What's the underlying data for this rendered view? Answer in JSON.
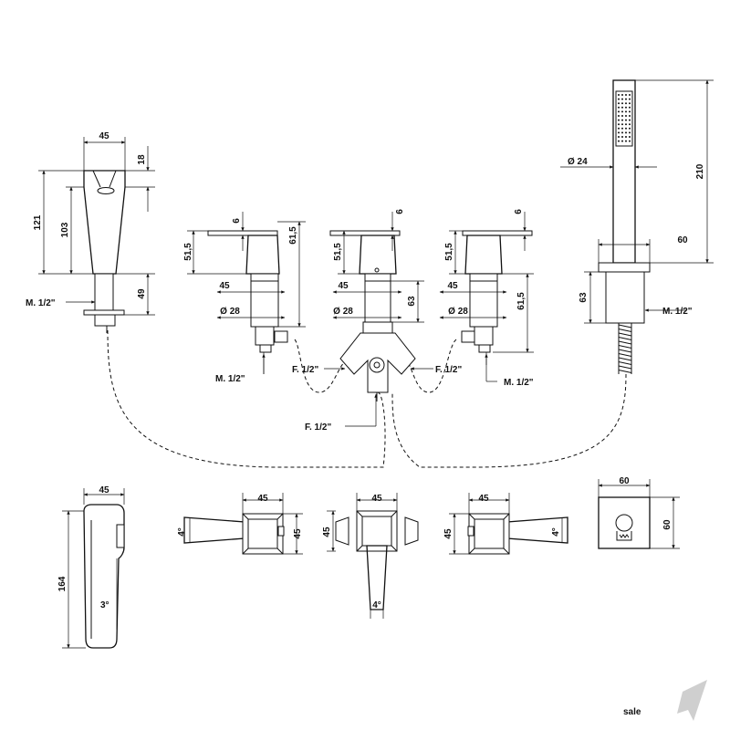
{
  "labels": {
    "d45": "45",
    "d18": "18",
    "d121": "121",
    "d103": "103",
    "d49": "49",
    "d6": "6",
    "d51_5": "51,5",
    "d61_5": "61,5",
    "d63": "63",
    "d28": "Ø 28",
    "d24": "Ø 24",
    "d210": "210",
    "d60": "60",
    "d164": "164",
    "d3deg": "3°",
    "d4deg": "4°",
    "m12": "M. 1/2\"",
    "f12": "F. 1/2\""
  },
  "watermark": {
    "text": "sale"
  }
}
